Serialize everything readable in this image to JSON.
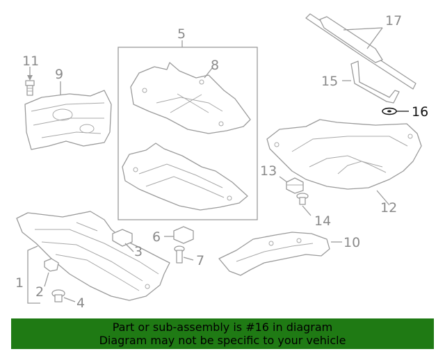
{
  "callouts": {
    "c1": "1",
    "c2": "2",
    "c3": "3",
    "c4": "4",
    "c5": "5",
    "c6": "6",
    "c7": "7",
    "c8": "8",
    "c9": "9",
    "c10": "10",
    "c11": "11",
    "c12": "12",
    "c13": "13",
    "c14": "14",
    "c15": "15",
    "c16": "16",
    "c17": "17"
  },
  "highlighted_part": "16",
  "colors": {
    "line": "#9a9a9a",
    "highlight": "#111111",
    "banner": "#1f7a14"
  },
  "banner": {
    "line1": "Part or sub-assembly is #16 in diagram",
    "line2": "Diagram may not be specific to your vehicle"
  }
}
